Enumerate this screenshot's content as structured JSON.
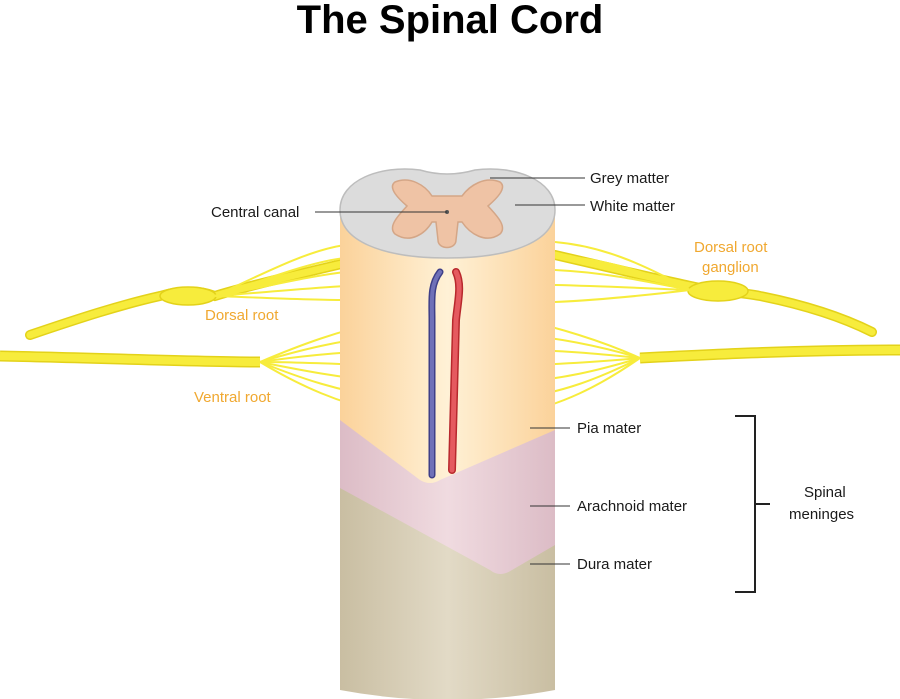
{
  "title": "The Spinal Cord",
  "labels": {
    "grey_matter": "Grey matter",
    "white_matter": "White matter",
    "central_canal": "Central canal",
    "dorsal_root_ganglion_1": "Dorsal root",
    "dorsal_root_ganglion_2": "ganglion",
    "dorsal_root": "Dorsal root",
    "ventral_root": "Ventral root",
    "pia_mater": "Pia mater",
    "arachnoid_mater": "Arachnoid mater",
    "dura_mater": "Dura mater",
    "spinal_meninges_1": "Spinal",
    "spinal_meninges_2": "meninges"
  },
  "colors": {
    "nerve": "#f7ec3c",
    "nerve_outline": "#e3d21a",
    "pia": "#fde3b3",
    "arachnoid": "#e8cbd2",
    "dura": "#d6ccb3",
    "grey_matter": "#efc3a5",
    "white_matter": "#dcdcdc",
    "vein": "#5e5fa8",
    "artery": "#e0474c",
    "orange_label": "#f0a830"
  }
}
